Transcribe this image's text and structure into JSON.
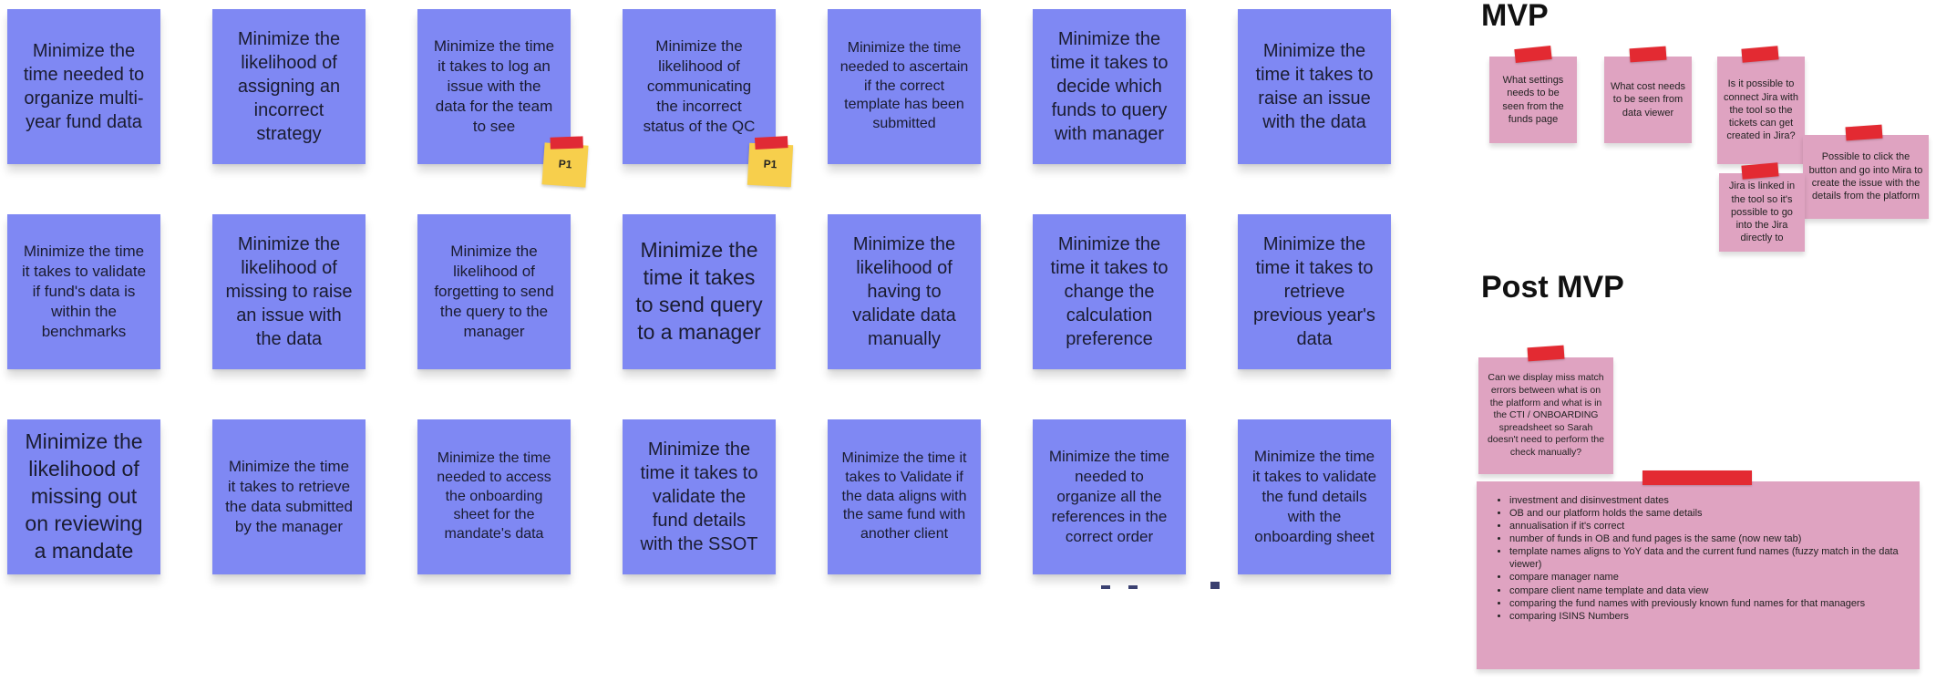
{
  "grid": {
    "row1": [
      "Minimize the time needed to organize multi-year fund data",
      "Minimize the likelihood of assigning an incorrect strategy",
      "Minimize the time it takes to log an issue with the data for the team to see",
      "Minimize the likelihood of communicating the incorrect status of the QC",
      "Minimize the time needed to ascertain if the correct template has been submitted",
      "Minimize the time it takes to decide which funds to query with manager",
      "Minimize the time it takes to raise an issue with the data"
    ],
    "row2": [
      "Minimize the time it takes to validate if fund's data is within the benchmarks",
      "Minimize the likelihood of missing to raise an issue with the data",
      "Minimize the likelihood of forgetting to send the query to the manager",
      "Minimize the time it takes to send query to a manager",
      "Minimize the likelihood of having to validate data manually",
      "Minimize the time it takes to change the calculation preference",
      "Minimize the time it takes to retrieve previous year's data"
    ],
    "row3": [
      "Minimize the likelihood of missing out on reviewing a mandate",
      "Minimize the time it takes to retrieve the data submitted by the manager",
      "Minimize the time needed to access the onboarding sheet for the mandate's data",
      "Minimize the time it takes to validate the fund details with the SSOT",
      "Minimize the time it takes to Validate if the data aligns with the same fund with another client",
      "Minimize the time needed to organize all the references in the correct order",
      "Minimize the time it takes to validate the fund details with the onboarding sheet"
    ],
    "priority_tag": "P1"
  },
  "mvp": {
    "title": "MVP",
    "notes": [
      "What settings needs to be seen from the funds page",
      "What cost needs to be seen from data viewer",
      "Is it possible to connect Jira with the tool so the tickets can get created in Jira?",
      "Possible to click the button and go into Mira to create the issue with the details from the platform",
      "Jira is linked in the tool so it's possible to go into the Jira directly to"
    ]
  },
  "post_mvp": {
    "title": "Post MVP",
    "note": "Can we display miss match errors between what is on the platform and what is in the CTI / ONBOARDING spreadsheet so Sarah doesn't need to perform the check manually?",
    "list": [
      "investment and disinvestment dates",
      "OB and our platform holds the same details",
      "annualisation if it's correct",
      "number of funds in OB and fund pages is the same (now new tab)",
      "template names aligns to YoY data and the current fund names (fuzzy match in the data viewer)",
      "compare manager name",
      "compare client name template and data view",
      "comparing the fund names with previously known fund names for that managers",
      "comparing ISINS Numbers"
    ]
  },
  "colors": {
    "sticky_blue": "#7f88f3",
    "sticky_pink": "#dfa3c1",
    "tape_red": "#e32a32",
    "tag_yellow": "#f7cf4c"
  }
}
